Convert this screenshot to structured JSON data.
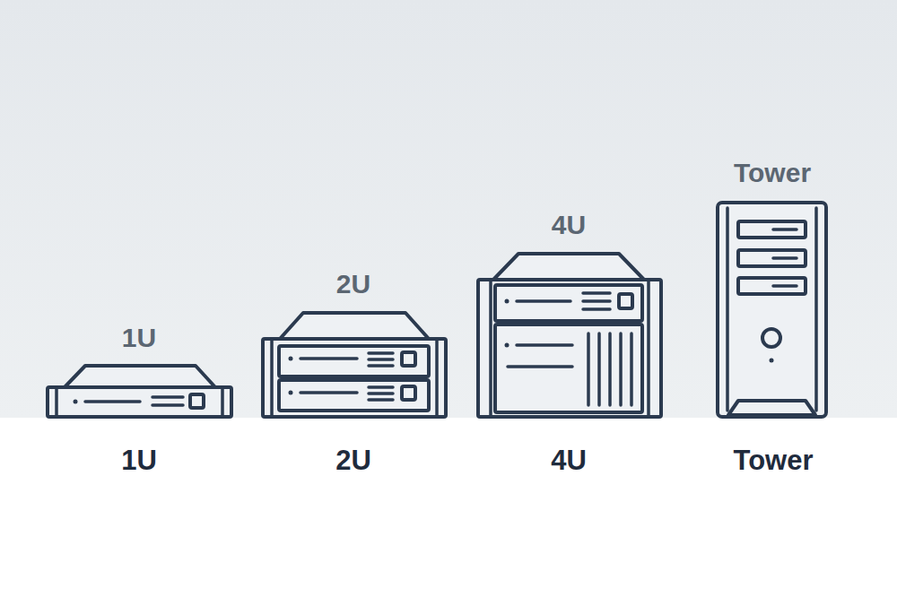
{
  "diagram": {
    "labels": [
      "1U",
      "2U",
      "4U",
      "Tower",
      "1U",
      "2U",
      "4U",
      "Tower"
    ]
  }
}
